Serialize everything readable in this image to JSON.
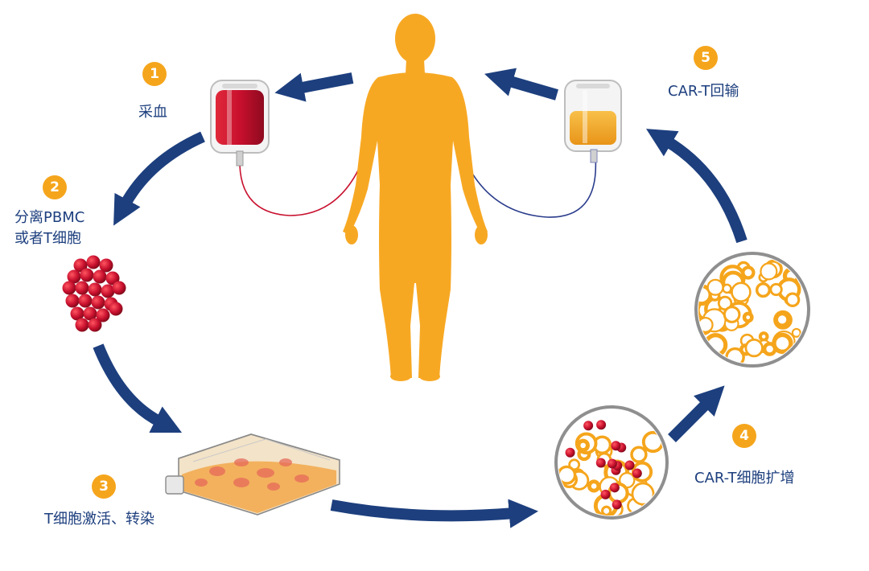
{
  "colors": {
    "arrow": "#1d3f7e",
    "body": "#f7a823",
    "blood": "#c8102e",
    "badge": "#f5a51c",
    "label": "#1d3f7e"
  },
  "steps": [
    {
      "number": "1",
      "label": "采血"
    },
    {
      "number": "2",
      "label_line1": "分离PBMC",
      "label_line2": "或者T细胞"
    },
    {
      "number": "3",
      "label": "T细胞激活、转染"
    },
    {
      "number": "4",
      "label": "CAR-T细胞扩增"
    },
    {
      "number": "5",
      "label": "CAR-T回输"
    }
  ],
  "icons": [
    "human-figure-icon",
    "blood-bag-icon",
    "car-t-bag-icon",
    "red-cells-icon",
    "culture-flask-icon",
    "mixed-cells-dish-icon",
    "expanded-cells-dish-icon"
  ]
}
